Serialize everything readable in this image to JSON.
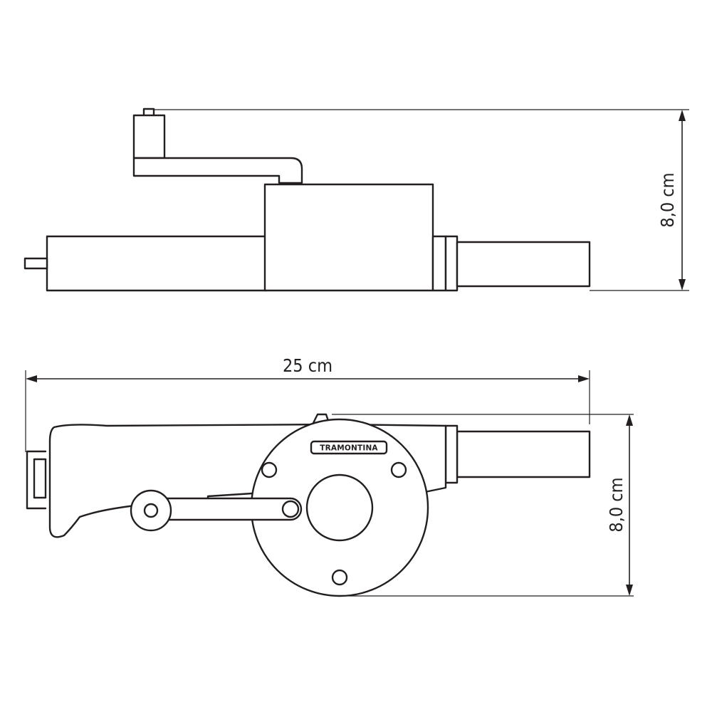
{
  "dimensions": {
    "top_view_height": "8,0 cm",
    "total_length": "25 cm",
    "side_view_height": "8,0 cm"
  },
  "brand_label": "TRAMONTINA",
  "colors": {
    "line": "#231f20",
    "fill": "#ffffff"
  }
}
